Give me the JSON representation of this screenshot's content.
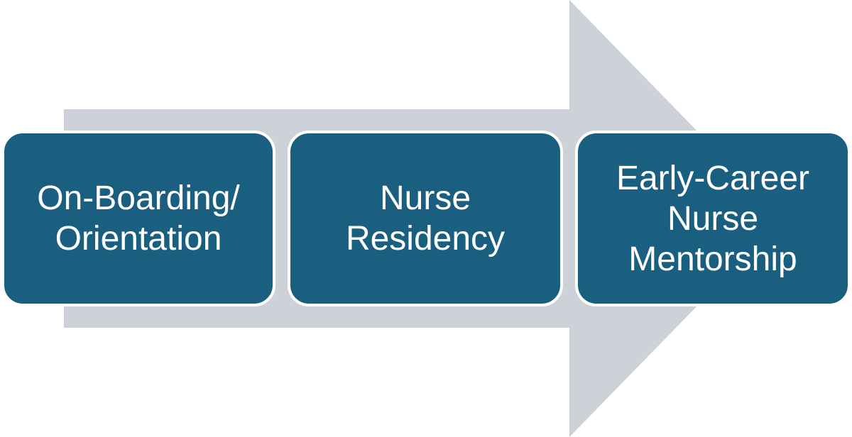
{
  "colors": {
    "arrow": "#cdd1d8",
    "box_fill": "#1a5f80",
    "box_border": "#ffffff",
    "text": "#ffffff"
  },
  "stages": [
    {
      "label": "On-Boarding/\nOrientation"
    },
    {
      "label": "Nurse\nResidency"
    },
    {
      "label": "Early-Career\nNurse\nMentorship"
    }
  ]
}
